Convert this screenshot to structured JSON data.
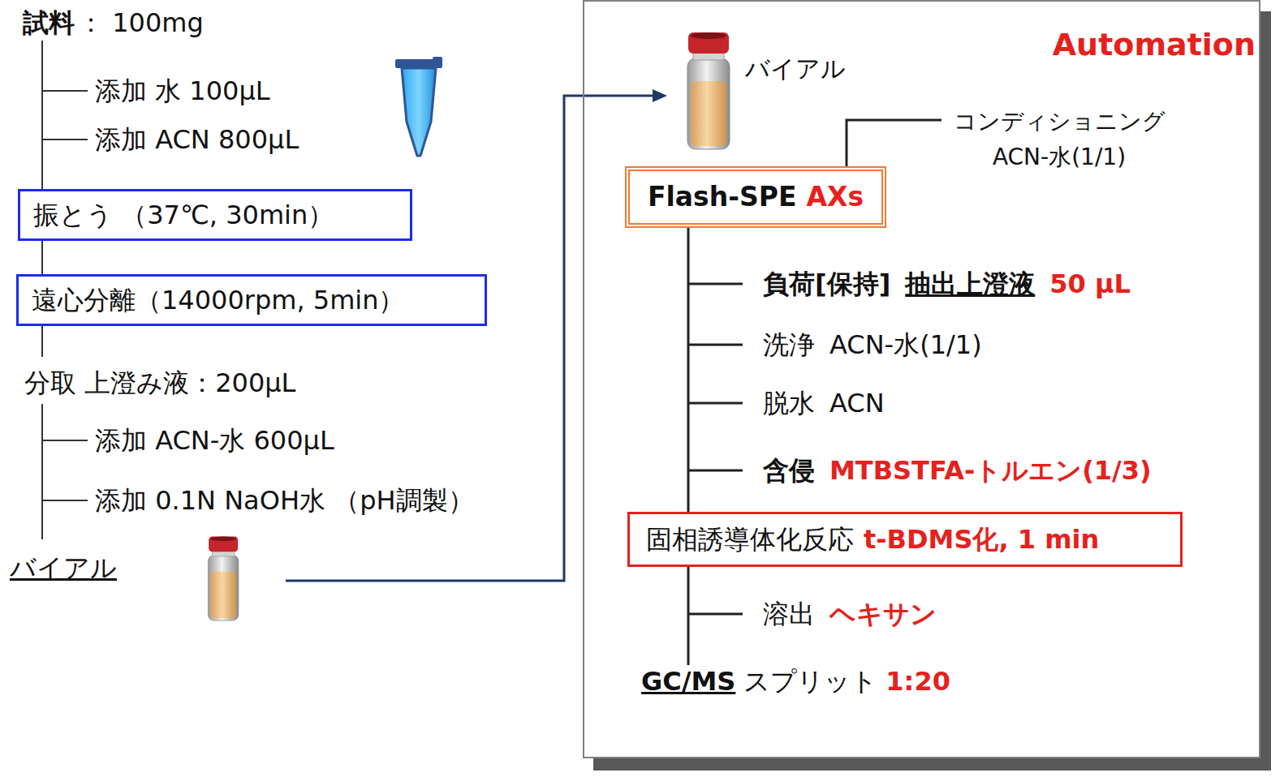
{
  "diagram": {
    "nodes": [
      {
        "text": [
          "振とう （37℃, 30min）"
        ]
      },
      {
        "text": [
          "遠心分離（14000rpm, 5min）"
        ]
      },
      {
        "text": [
          "Automation",
          "バイアル",
          "コンディショニング ACN-水(1/1)",
          "負荷[保持]",
          "抽出上澄液",
          "50 μL",
          "洗浄",
          "ACN-水(1/1)",
          "脱水",
          "ACN",
          "含侵",
          "MTBSTFA-トルエン(1/3)",
          "溶出",
          "ヘキサン",
          "GC/MS",
          "スプリット",
          "1:20"
        ]
      },
      {
        "text": [
          "Flash-SPE",
          "AXs"
        ],
        "in": 2
      },
      {
        "text": [
          "固相誘導体化反応",
          "t-BDMS化, 1 min"
        ],
        "in": 2
      }
    ],
    "edges": [
      {
        "from": 0,
        "to": 1,
        "arrow": "none"
      },
      {
        "from": 3,
        "to": 4,
        "arrow": "none"
      }
    ],
    "labels": [
      "試料",
      "： 100mg",
      "添加 水 100μL",
      "添加 ACN 800μL",
      "分取 上澄み液：200μL",
      "添加 ACN-水 600μL",
      "添加 0.1N NaOH水 （pH調製）",
      "バイアル"
    ]
  }
}
